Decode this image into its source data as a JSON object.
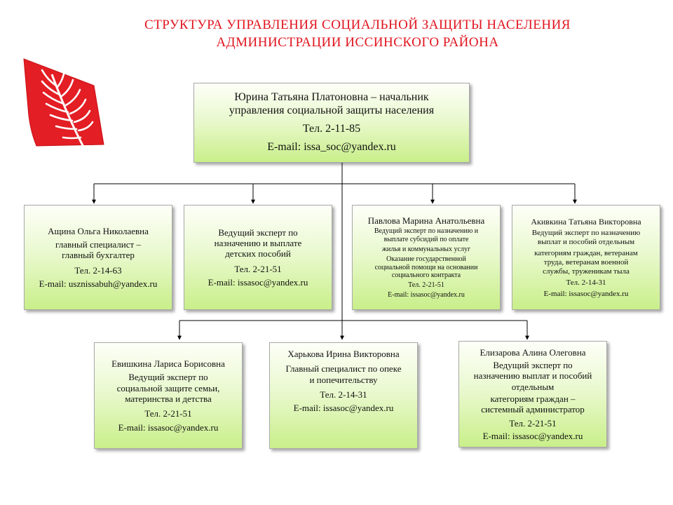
{
  "title": {
    "line1": "СТРУКТУРА  УПРАВЛЕНИЯ  СОЦИАЛЬНОЙ  ЗАЩИТЫ  НАСЕЛЕНИЯ",
    "line2": "АДМИНИСТРАЦИИ  ИССИНСКОГО  РАЙОНА"
  },
  "emblem": {
    "icon": "coat-of-arms-icon",
    "colors": [
      "#e31e24",
      "#ffffff"
    ]
  },
  "colors": {
    "title": "#e0141e",
    "box_top": "#fdfff8",
    "box_bottom": "#c9ef8a",
    "line": "#000000"
  },
  "head": {
    "line1": "Юрина Татьяна Платоновна – начальник",
    "line2": "управления социальной защиты населения",
    "phone": "Тел. 2-11-85",
    "email": "E-mail:  issa_soc@yandex.ru"
  },
  "row1": [
    {
      "lines": [
        "Ащина Ольга Николаевна",
        "главный специалист –",
        "главный бухгалтер"
      ],
      "phone": "Тел. 2-14-63",
      "email": "E-mail: usznissabuh@yandex.ru"
    },
    {
      "lines": [
        "Ведущий эксперт по",
        "назначению и выплате",
        "детских пособий"
      ],
      "phone": "Тел. 2-21-51",
      "email": "E-mail: issasoc@yandex.ru"
    },
    {
      "lines": [
        "Павлова Марина Анатольевна",
        "Ведущий эксперт по назначению  и",
        "выплате субсидий по оплате",
        "жилья и коммунальных услуг",
        "Оказание государственной",
        "социальной помощи на основании",
        "социального  контракта"
      ],
      "phone": "Тел. 2-21-51",
      "email": "E-mail:  issasoc@yandex.ru"
    },
    {
      "lines": [
        "Акивкина  Татьяна Викторовна",
        "Ведущий эксперт по назначению",
        "выплат и пособий отдельным",
        "категориям граждан, ветеранам",
        "труда, ветеранам военной",
        "службы, труженикам тыла"
      ],
      "phone": "Тел. 2-14-31",
      "email": "E-mail:  issasoc@yandex.ru"
    }
  ],
  "row2": [
    {
      "lines": [
        "Евишкина  Лариса Борисовна",
        "Ведущий эксперт по",
        "социальной защите семьи,",
        "материнства и детства"
      ],
      "phone": "Тел. 2-21-51",
      "email": "E-mail: issasoc@yandex.ru"
    },
    {
      "lines": [
        "Харькова Ирина Викторовна",
        "Главный специалист по опеке",
        "и попечительству"
      ],
      "phone": "Тел. 2-14-31",
      "email": "E-mail: issasoc@yandex.ru"
    },
    {
      "lines": [
        "Елизарова Алина Олеговна",
        "Ведущий эксперт по",
        "назначению выплат и пособий",
        "отдельным",
        "категориям граждан –",
        "системный администратор"
      ],
      "phone": "Тел. 2-21-51",
      "email": "E-mail: issasoc@yandex.ru"
    }
  ]
}
